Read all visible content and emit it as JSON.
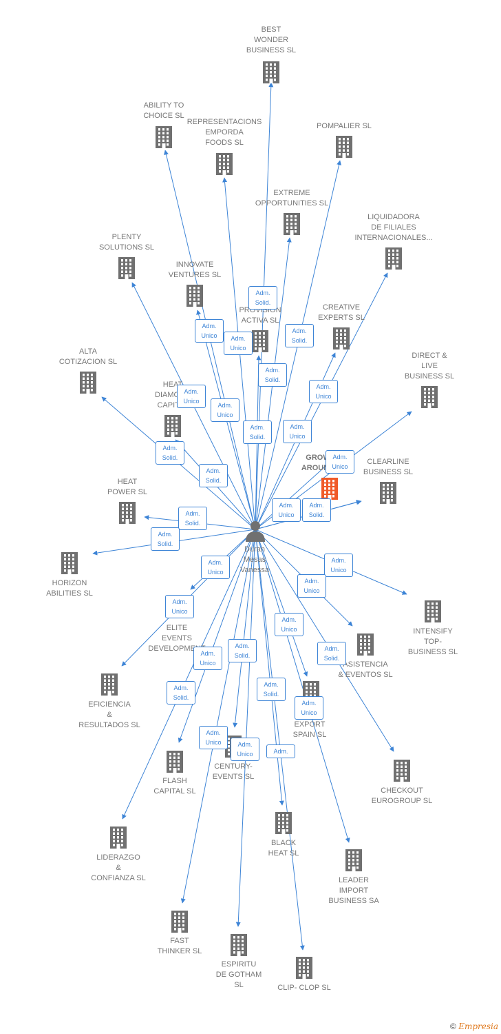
{
  "person": {
    "name": "Duran\nMesas\nVanessa",
    "icon": "person-icon"
  },
  "colors": {
    "edge": "#3d84d6",
    "building": "#707070",
    "highlight": "#f05a28",
    "label": "#777777"
  },
  "companies": [
    {
      "id": "best-wonder",
      "name": "BEST\nWONDER\nBUSINESS SL"
    },
    {
      "id": "ability",
      "name": "ABILITY TO\nCHOICE SL"
    },
    {
      "id": "representaciones",
      "name": "REPRESENTACIONS\nEMPORDA\nFOODS  SL"
    },
    {
      "id": "pompalier",
      "name": "POMPALIER SL"
    },
    {
      "id": "extreme",
      "name": "EXTREME\nOPPORTUNITIES SL"
    },
    {
      "id": "liquidadora",
      "name": "LIQUIDADORA\nDE FILIALES\nINTERNACIONALES..."
    },
    {
      "id": "plenty",
      "name": "PLENTY\nSOLUTIONS SL"
    },
    {
      "id": "innovate",
      "name": "INNOVATE\nVENTURES SL"
    },
    {
      "id": "provision",
      "name": "PROVISION\nACTIVA SL"
    },
    {
      "id": "creative",
      "name": "CREATIVE\nEXPERTS  SL"
    },
    {
      "id": "alta",
      "name": "ALTA\nCOTIZACION SL"
    },
    {
      "id": "direct-live",
      "name": "DIRECT &\nLIVE\nBUSINESS SL"
    },
    {
      "id": "heat-diamond",
      "name": "HEAT\nDIAMOND\nCAPITAL"
    },
    {
      "id": "grow-around",
      "name": "GROW\nAROUND",
      "highlight": true
    },
    {
      "id": "clearline",
      "name": "CLEARLINE\nBUSINESS SL"
    },
    {
      "id": "heat-power",
      "name": "HEAT\nPOWER SL"
    },
    {
      "id": "horizon",
      "name": "HORIZON\nABILITIES SL"
    },
    {
      "id": "intensify",
      "name": "INTENSIFY\nTOP-\nBUSINESS SL"
    },
    {
      "id": "elite-events",
      "name": "ELITE\nEVENTS\nDEVELOPMENT"
    },
    {
      "id": "asistencia",
      "name": "ASISTENCIA\n& EVENTOS  SL"
    },
    {
      "id": "eficiencia",
      "name": "EFICIENCIA\n&\nRESULTADOS SL"
    },
    {
      "id": "export-spain",
      "name": "EXPORT\nSPAIN SL"
    },
    {
      "id": "flash-capital",
      "name": "FLASH\nCAPITAL SL"
    },
    {
      "id": "century-events",
      "name": "CENTURY-\nEVENTS  SL"
    },
    {
      "id": "checkout",
      "name": "CHECKOUT\nEUROGROUP SL"
    },
    {
      "id": "black-heat",
      "name": "BLACK\nHEAT SL"
    },
    {
      "id": "liderazgo",
      "name": "LIDERAZGO\n&\nCONFIANZA SL"
    },
    {
      "id": "leader-import",
      "name": "LEADER\nIMPORT\nBUSINESS SA"
    },
    {
      "id": "fast-thinker",
      "name": "FAST\nTHINKER  SL"
    },
    {
      "id": "espiritu",
      "name": "ESPIRITU\nDE GOTHAM\nSL"
    },
    {
      "id": "clip-clop",
      "name": "CLIP- CLOP SL"
    }
  ],
  "badges": [
    "Adm.\nSolid.",
    "Adm.\nUnico",
    "Adm.\nUnico",
    "Adm.\nSolid.",
    "Adm.\nSolid.",
    "Adm.\nUnico",
    "Adm.\nUnico",
    "Adm.\nUnico",
    "Adm.\nSolid.",
    "Adm.\nUnico",
    "Adm.\nSolid.",
    "Adm.\nSolid.",
    "Adm.\nUnico",
    "Adm.\nSolid.",
    "Adm.\nUnico",
    "Adm.\nSolid.",
    "Adm.\nSolid.",
    "Adm.\nUnico",
    "Adm.\nUnico",
    "Adm.\nUnico",
    "Adm.\nUnico",
    "Adm.\nUnico",
    "Adm.\nUnico",
    "Adm.\nSolid.",
    "Adm.\nSolid.",
    "Adm.\nSolid.",
    "Adm.\nSolid.",
    "Adm.\nUnico",
    "Adm.\nUnico",
    "Adm.\nUnico",
    "Adm."
  ],
  "footer": {
    "copyright": "©",
    "brand": "Empresia"
  }
}
